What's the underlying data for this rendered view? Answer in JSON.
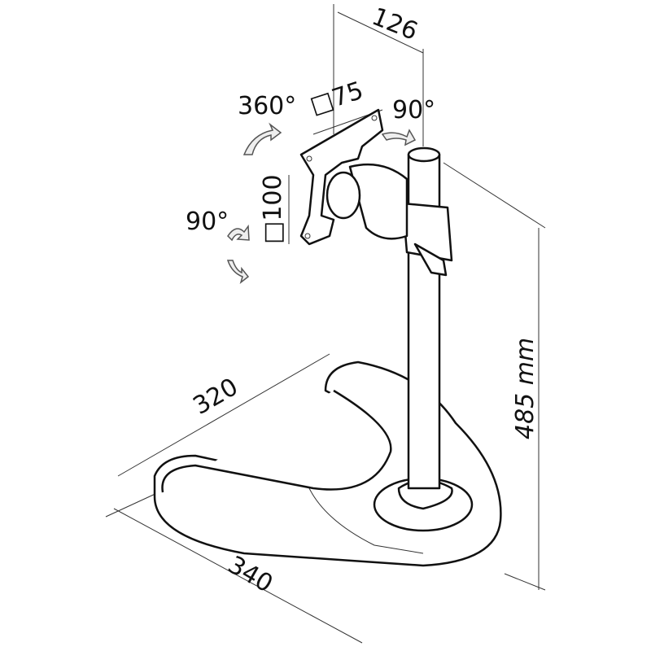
{
  "dimensions": {
    "pole_offset": "126",
    "swivel_rotation": "360°",
    "vesa_small": "□75",
    "pan_angle": "90°",
    "tilt_angle": "90°",
    "vesa_large": "□100",
    "base_depth": "320",
    "base_width": "340",
    "height": "485 mm"
  },
  "colors": {
    "line": "#111111",
    "fill": "#ffffff"
  }
}
